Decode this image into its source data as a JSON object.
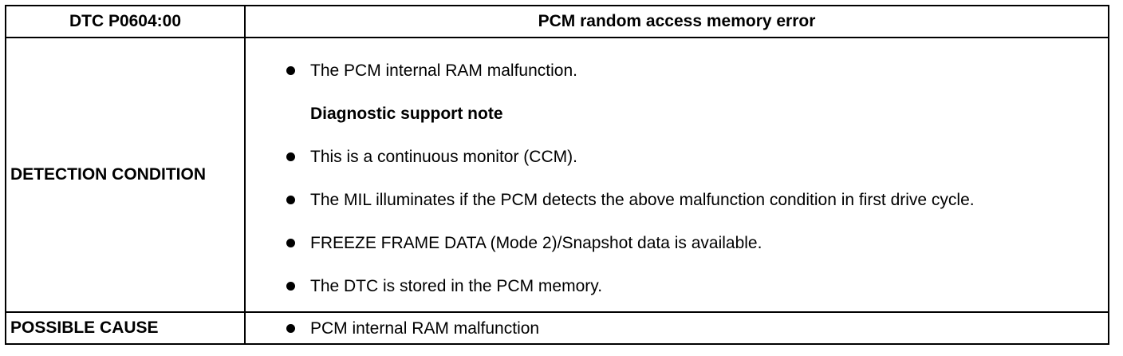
{
  "header": {
    "code": "DTC P0604:00",
    "description": "PCM random access memory error"
  },
  "detection": {
    "label": "DETECTION CONDITION",
    "condition": "The PCM internal RAM malfunction.",
    "support_note_title": "Diagnostic support note",
    "notes": [
      "This is a continuous monitor (CCM).",
      "The MIL illuminates if the PCM detects the above malfunction condition in first drive cycle.",
      "FREEZE FRAME DATA (Mode 2)/Snapshot data is available.",
      "The DTC is stored in the PCM memory."
    ]
  },
  "possible_cause": {
    "label": "POSSIBLE CAUSE",
    "items": [
      "PCM internal RAM malfunction"
    ]
  }
}
